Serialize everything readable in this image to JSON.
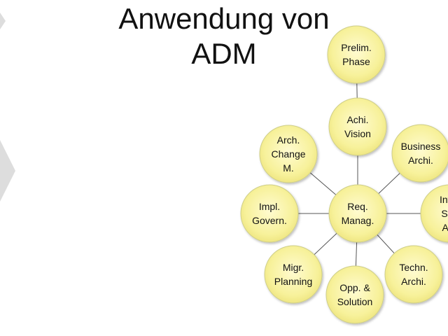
{
  "title": {
    "line1": "Anwendung von",
    "line2": "ADM"
  },
  "colors": {
    "node_fill": "#f7f19a",
    "node_stroke": "#cfcf8a",
    "edge": "#555555",
    "deco": "#dddddd"
  },
  "diagram": {
    "center": {
      "id": "req",
      "lines": [
        "Req.",
        "Manag."
      ]
    },
    "nodes": [
      {
        "id": "prelim",
        "lines": [
          "Prelim.",
          "Phase"
        ]
      },
      {
        "id": "vision",
        "lines": [
          "Achi.",
          "Vision"
        ]
      },
      {
        "id": "business",
        "lines": [
          "Business",
          "Archi."
        ]
      },
      {
        "id": "infosys",
        "lines": [
          "Infor",
          "Sys",
          "Arc"
        ]
      },
      {
        "id": "techn",
        "lines": [
          "Techn.",
          "Archi."
        ]
      },
      {
        "id": "opp",
        "lines": [
          "Opp. &",
          "Solution"
        ]
      },
      {
        "id": "migr",
        "lines": [
          "Migr.",
          "Planning"
        ]
      },
      {
        "id": "impl",
        "lines": [
          "Impl.",
          "Govern."
        ]
      },
      {
        "id": "change",
        "lines": [
          "Arch.",
          "Change",
          "M."
        ]
      }
    ]
  }
}
